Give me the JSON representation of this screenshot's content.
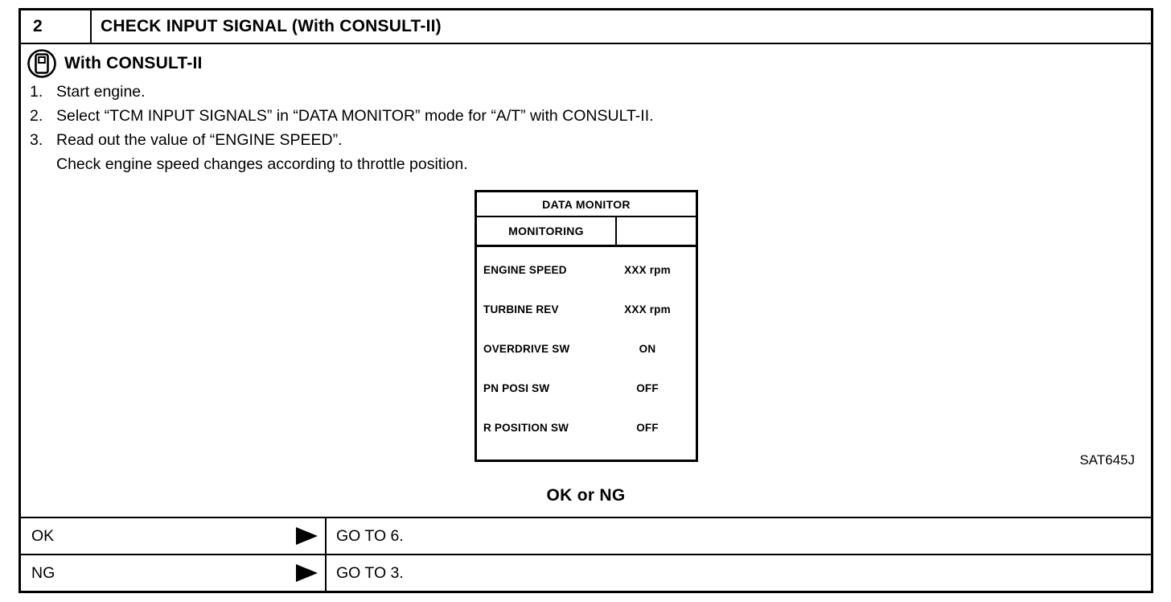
{
  "header": {
    "step_number": "2",
    "title": "CHECK INPUT SIGNAL (With CONSULT-II)"
  },
  "procedure": {
    "tool_heading": "With CONSULT-II",
    "tool_icon": "consult-ii-icon",
    "steps": [
      {
        "num": "1.",
        "text": "Start engine."
      },
      {
        "num": "2.",
        "text": "Select “TCM INPUT SIGNALS” in “DATA MONITOR” mode for “A/T” with CONSULT-II."
      },
      {
        "num": "3.",
        "text": "Read out the value of “ENGINE SPEED”.",
        "subtext": "Check engine speed changes according to throttle position."
      }
    ]
  },
  "monitor": {
    "title": "DATA MONITOR",
    "column_header": "MONITORING",
    "rows": [
      {
        "label": "ENGINE SPEED",
        "value": "XXX rpm"
      },
      {
        "label": "TURBINE REV",
        "value": "XXX rpm"
      },
      {
        "label": "OVERDRIVE SW",
        "value": "ON"
      },
      {
        "label": "PN POSI SW",
        "value": "OFF"
      },
      {
        "label": "R POSITION SW",
        "value": "OFF"
      }
    ]
  },
  "figure_code": "SAT645J",
  "question": "OK or NG",
  "results": [
    {
      "label": "OK",
      "action": "GO TO 6."
    },
    {
      "label": "NG",
      "action": "GO TO 3."
    }
  ],
  "colors": {
    "ink": "#000000",
    "paper": "#ffffff"
  }
}
